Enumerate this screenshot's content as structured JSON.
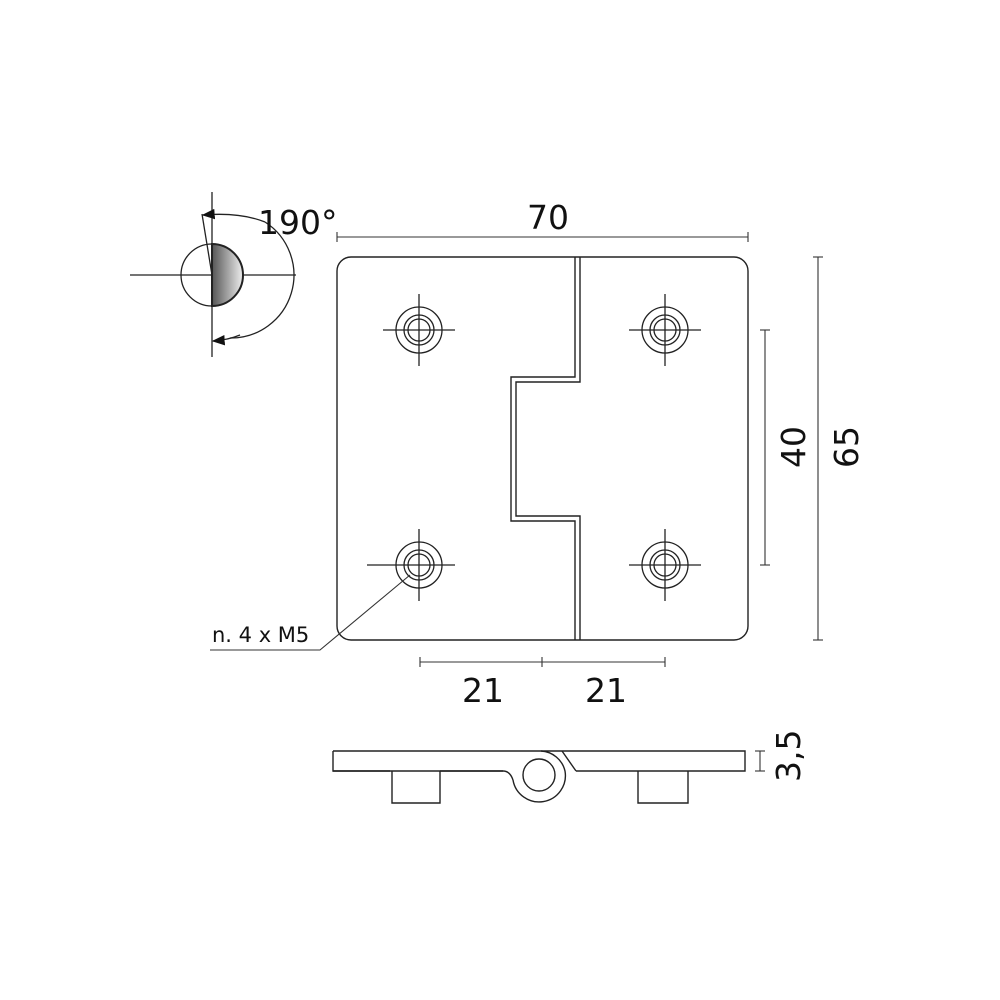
{
  "drawing": {
    "rotation_label": "190°",
    "width_label": "70",
    "height_label": "65",
    "hole_spacing_label": "40",
    "offset_left_label": "21",
    "offset_right_label": "21",
    "screw_note": "n. 4 x M5",
    "thickness_label": "3,5"
  },
  "colors": {
    "line": "#222222",
    "shade_dark": "#555555",
    "shade_light": "#eeeeee"
  }
}
